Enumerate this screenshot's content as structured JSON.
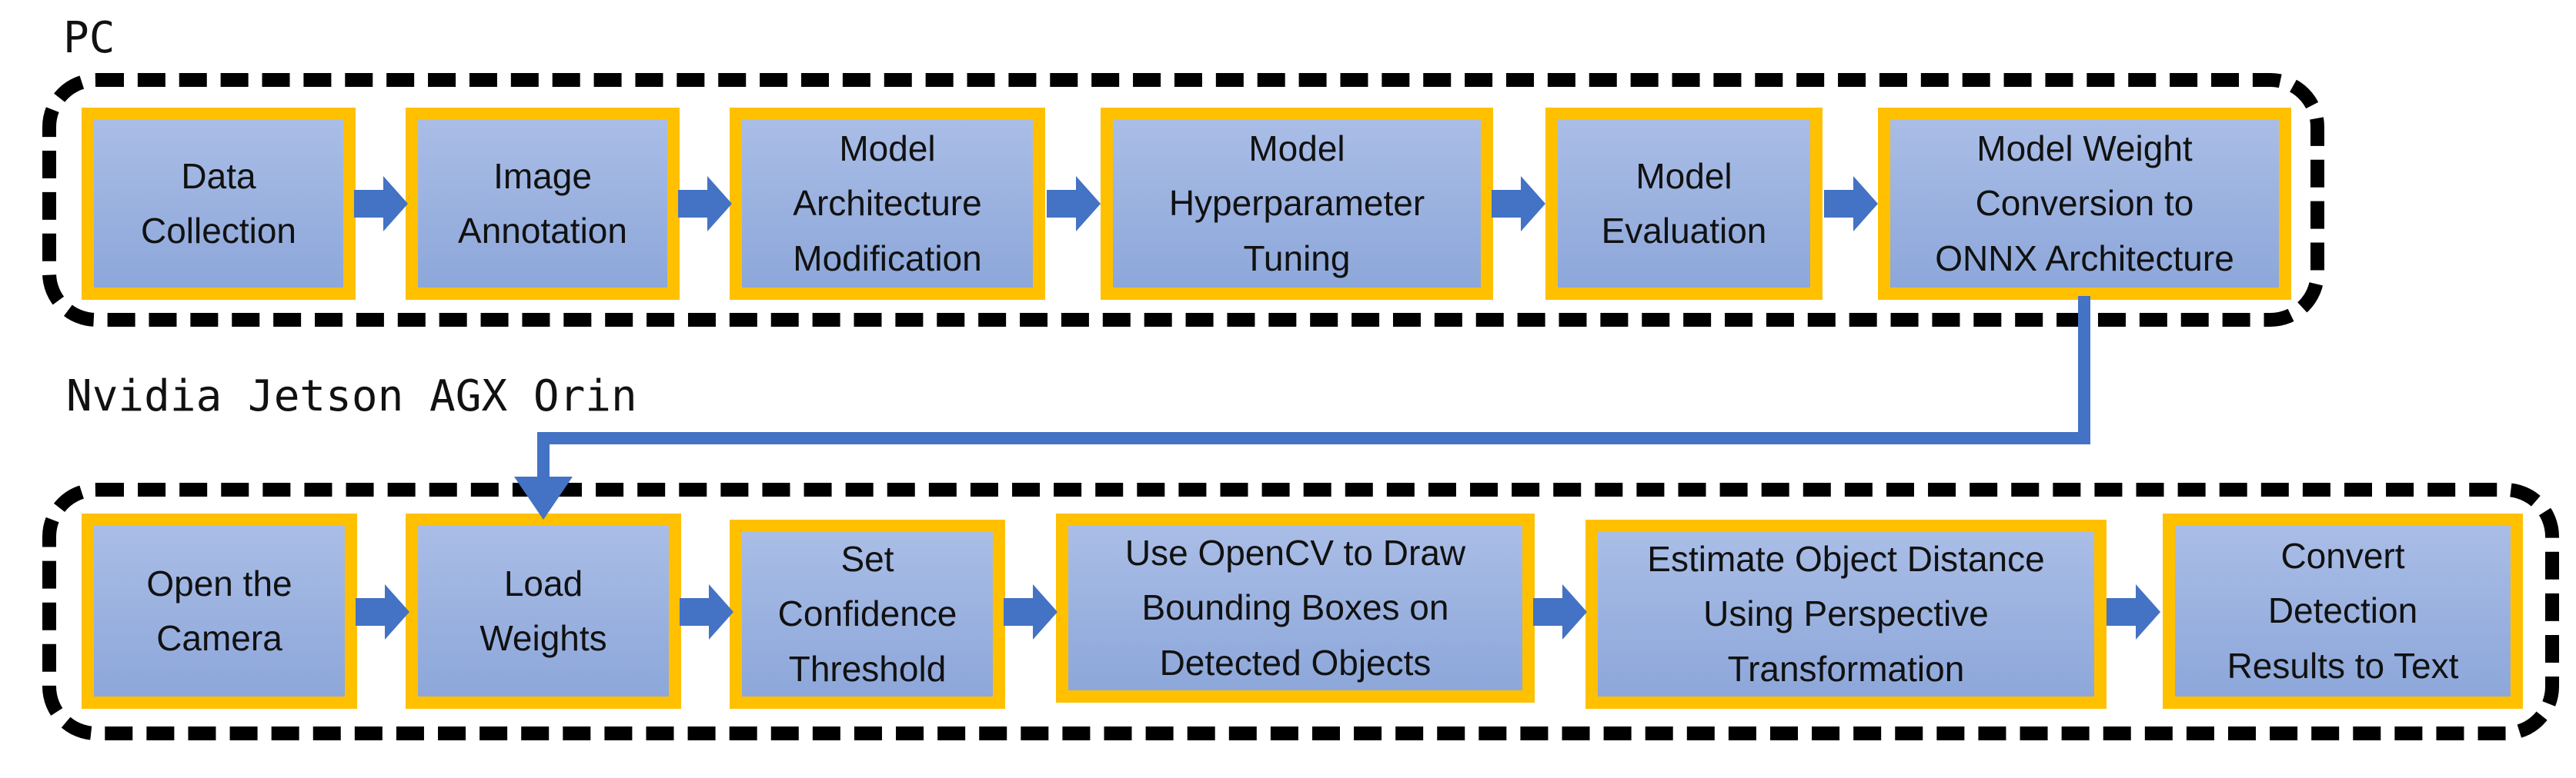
{
  "colors": {
    "box_fill": "#8EA9DB",
    "box_border": "#FFC000",
    "arrow": "#4472C4",
    "frame": "#000000"
  },
  "groups": [
    {
      "label": "PC",
      "steps": [
        "Data\nCollection",
        "Image\nAnnotation",
        "Model\nArchitecture\nModification",
        "Model\nHyperparameter\nTuning",
        "Model\nEvaluation",
        "Model Weight\nConversion to\nONNX Architecture"
      ]
    },
    {
      "label": "Nvidia Jetson AGX Orin",
      "steps": [
        "Open the\nCamera",
        "Load\nWeights",
        "Set\nConfidence\nThreshold",
        "Use OpenCV to Draw\nBounding Boxes on\nDetected Objects",
        "Estimate Object Distance\nUsing Perspective\nTransformation",
        "Convert\nDetection\nResults to Text"
      ]
    }
  ]
}
